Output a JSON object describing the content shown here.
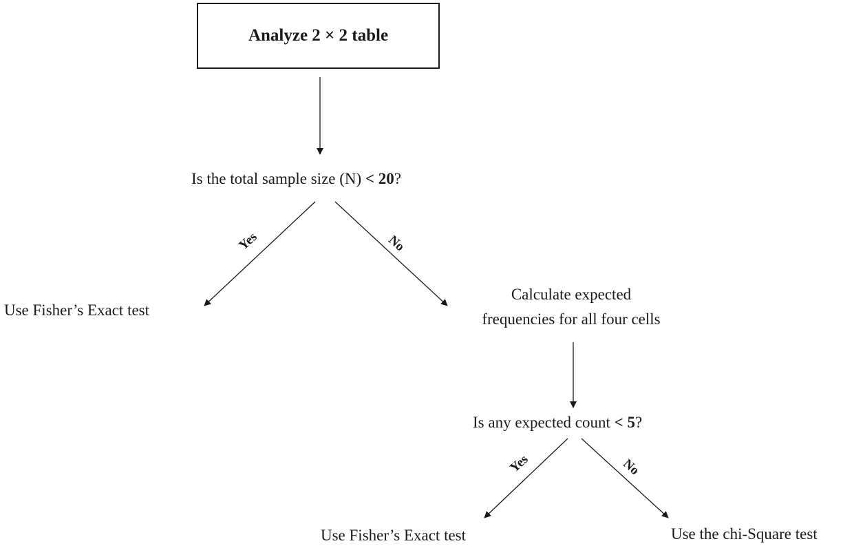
{
  "diagram": {
    "start": "Analyze 2 × 2 table",
    "question1": {
      "prefix": "Is the total sample size (N) ",
      "op": "< 20",
      "suffix": "?"
    },
    "yes1_label": "Yes",
    "no1_label": "No",
    "outcome_fisher1": "Use Fisher’s Exact test",
    "calculate_line1": "Calculate expected",
    "calculate_line2": "frequencies for all four cells",
    "question2": {
      "prefix": "Is any expected count ",
      "op": "< 5",
      "suffix": "?"
    },
    "yes2_label": "Yes",
    "no2_label": "No",
    "outcome_fisher2": "Use Fisher’s Exact test",
    "outcome_chisquare": "Use the chi-Square test"
  }
}
